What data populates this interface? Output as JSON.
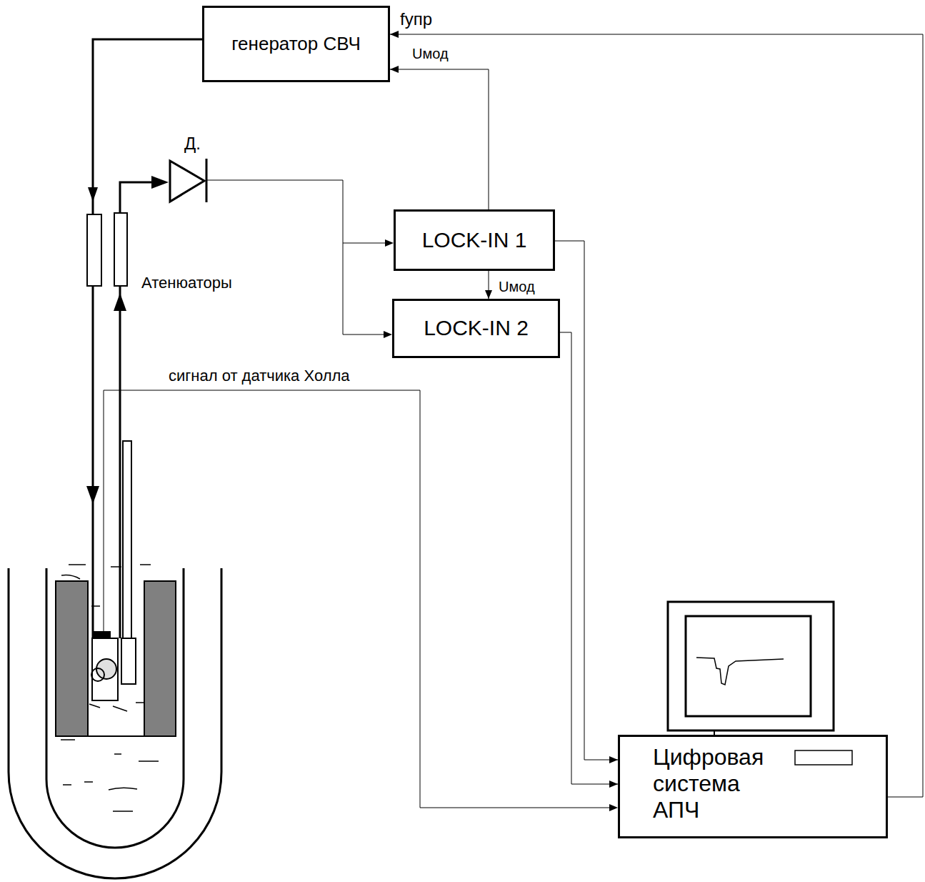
{
  "diagram": {
    "nodes": [
      {
        "text": [
          "генератор СВЧ"
        ]
      },
      {
        "text": [
          "LOCK-IN 1"
        ]
      },
      {
        "text": [
          "LOCK-IN 2"
        ]
      },
      {
        "text": [
          "Цифровая система АПЧ"
        ]
      }
    ],
    "edges": [
      {
        "from": 1,
        "to": 0,
        "arrow": "to",
        "label": "Uмод"
      },
      {
        "from": 1,
        "to": 2,
        "arrow": "to",
        "label": "Uмод"
      },
      {
        "from": 1,
        "to": 3,
        "arrow": "to"
      },
      {
        "from": 2,
        "to": 3,
        "arrow": "to"
      },
      {
        "from": 3,
        "to": 0,
        "arrow": "to",
        "label": "fупр"
      }
    ],
    "labels": [
      "Д.",
      "Атенюаторы",
      "сигнал от датчика Холла"
    ]
  }
}
